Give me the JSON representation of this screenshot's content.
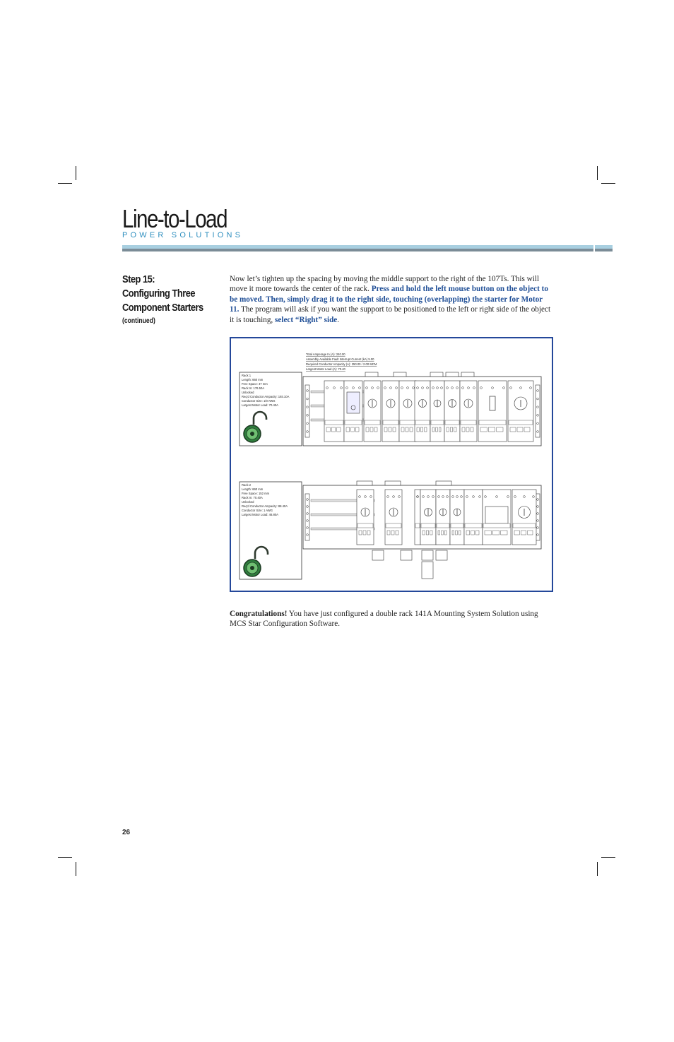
{
  "header": {
    "brand_title": "Line-to-Load",
    "brand_subtitle": "POWER SOLUTIONS"
  },
  "step": {
    "line1": "Step 15:",
    "line2": "Configuring Three",
    "line3": "Component Starters",
    "continued": "(continued)"
  },
  "intro": {
    "p1_a": "Now let’s tighten up the spacing by moving the middle support to the right of the 107Ts. This will move it more towards the center of the rack. ",
    "p1_b": "Press and hold the left mouse button on the object to be moved. Then, simply drag it to the right side, touching (overlapping) the starter for Motor 11.",
    "p1_c": " The program will ask if you want the support to be positioned to the left or right side of the object it is touching, ",
    "p1_d": "select “Right” side",
    "p1_e": "."
  },
  "figure": {
    "totals": [
      "Total Amperage In (A): 240.00",
      "Assembly Available Fault Interrupt Current (kA) 5.00",
      "Required Conductor Ampacity (A): 250.00 / 2.00 MCM",
      "Largest Motor Load (A): 70.40"
    ],
    "rack1": [
      "Rack 1",
      "Length: 660 mm",
      "Free Space: 47 mm",
      "Rack In: 176.50A",
      "Unlocked",
      "Req'd Conductor Ampacity: 193.10A",
      "Conductor Size: 1/0 AWG",
      "Largest Motor Load: 70.40A"
    ],
    "rack2": [
      "Rack 2",
      "Length: 660 mm",
      "Free Space: 152 mm",
      "Rack In: 70.40A",
      "Unlocked",
      "Req'd Conductor Ampacity: 88.40A",
      "Conductor Size: 1 AWG",
      "Largest Motor Load: 46.80A"
    ]
  },
  "closing": {
    "bold": "Congratulations!",
    "text": " You have just configured a double rack 141A Mounting System Solution using MCS Star Configuration Software."
  },
  "page_number": "26"
}
